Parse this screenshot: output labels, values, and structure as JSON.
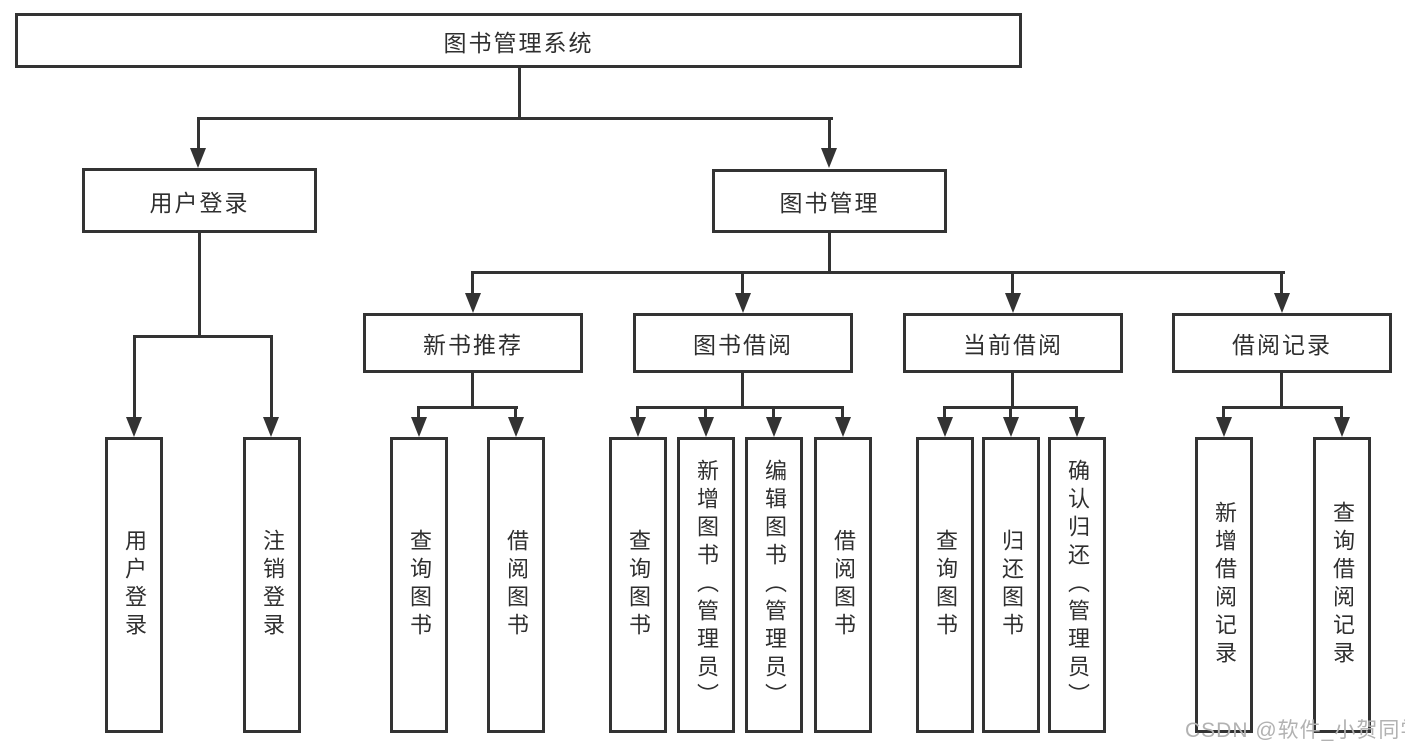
{
  "tree": {
    "root": "图书管理系统",
    "children": [
      {
        "label": "用户登录",
        "children": [
          {
            "label": "用户登录"
          },
          {
            "label": "注销登录"
          }
        ]
      },
      {
        "label": "图书管理",
        "children": [
          {
            "label": "新书推荐",
            "children": [
              {
                "label": "查询图书"
              },
              {
                "label": "借阅图书"
              }
            ]
          },
          {
            "label": "图书借阅",
            "children": [
              {
                "label": "查询图书"
              },
              {
                "label": "新增图书（管理员）"
              },
              {
                "label": "编辑图书（管理员）"
              },
              {
                "label": "借阅图书"
              }
            ]
          },
          {
            "label": "当前借阅",
            "children": [
              {
                "label": "查询图书"
              },
              {
                "label": "归还图书"
              },
              {
                "label": "确认归还（管理员）"
              }
            ]
          },
          {
            "label": "借阅记录",
            "children": [
              {
                "label": "新增借阅记录"
              },
              {
                "label": "查询借阅记录"
              }
            ]
          }
        ]
      }
    ]
  },
  "watermark": {
    "text": "CSDN @软件_小贺同学"
  },
  "colors": {
    "line": "#333333",
    "box_border": "#333333",
    "background": "#ffffff",
    "watermark": "#b2b2b2"
  }
}
